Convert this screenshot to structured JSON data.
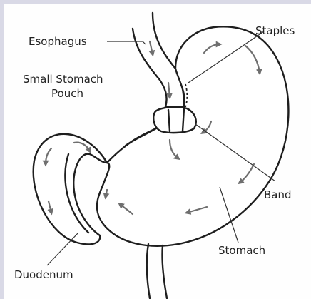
{
  "labels": {
    "esophagus": "Esophagus",
    "small_stomach_pouch_line1": "Small Stomach",
    "small_stomach_pouch_line2": "Pouch",
    "staples": "Staples",
    "band": "Band",
    "stomach": "Stomach",
    "duodenum": "Duodenum"
  },
  "colors": {
    "outline": "#1e1e1e",
    "flow_arrows": "#6f6f6f",
    "frame": "#d9d9e6"
  }
}
